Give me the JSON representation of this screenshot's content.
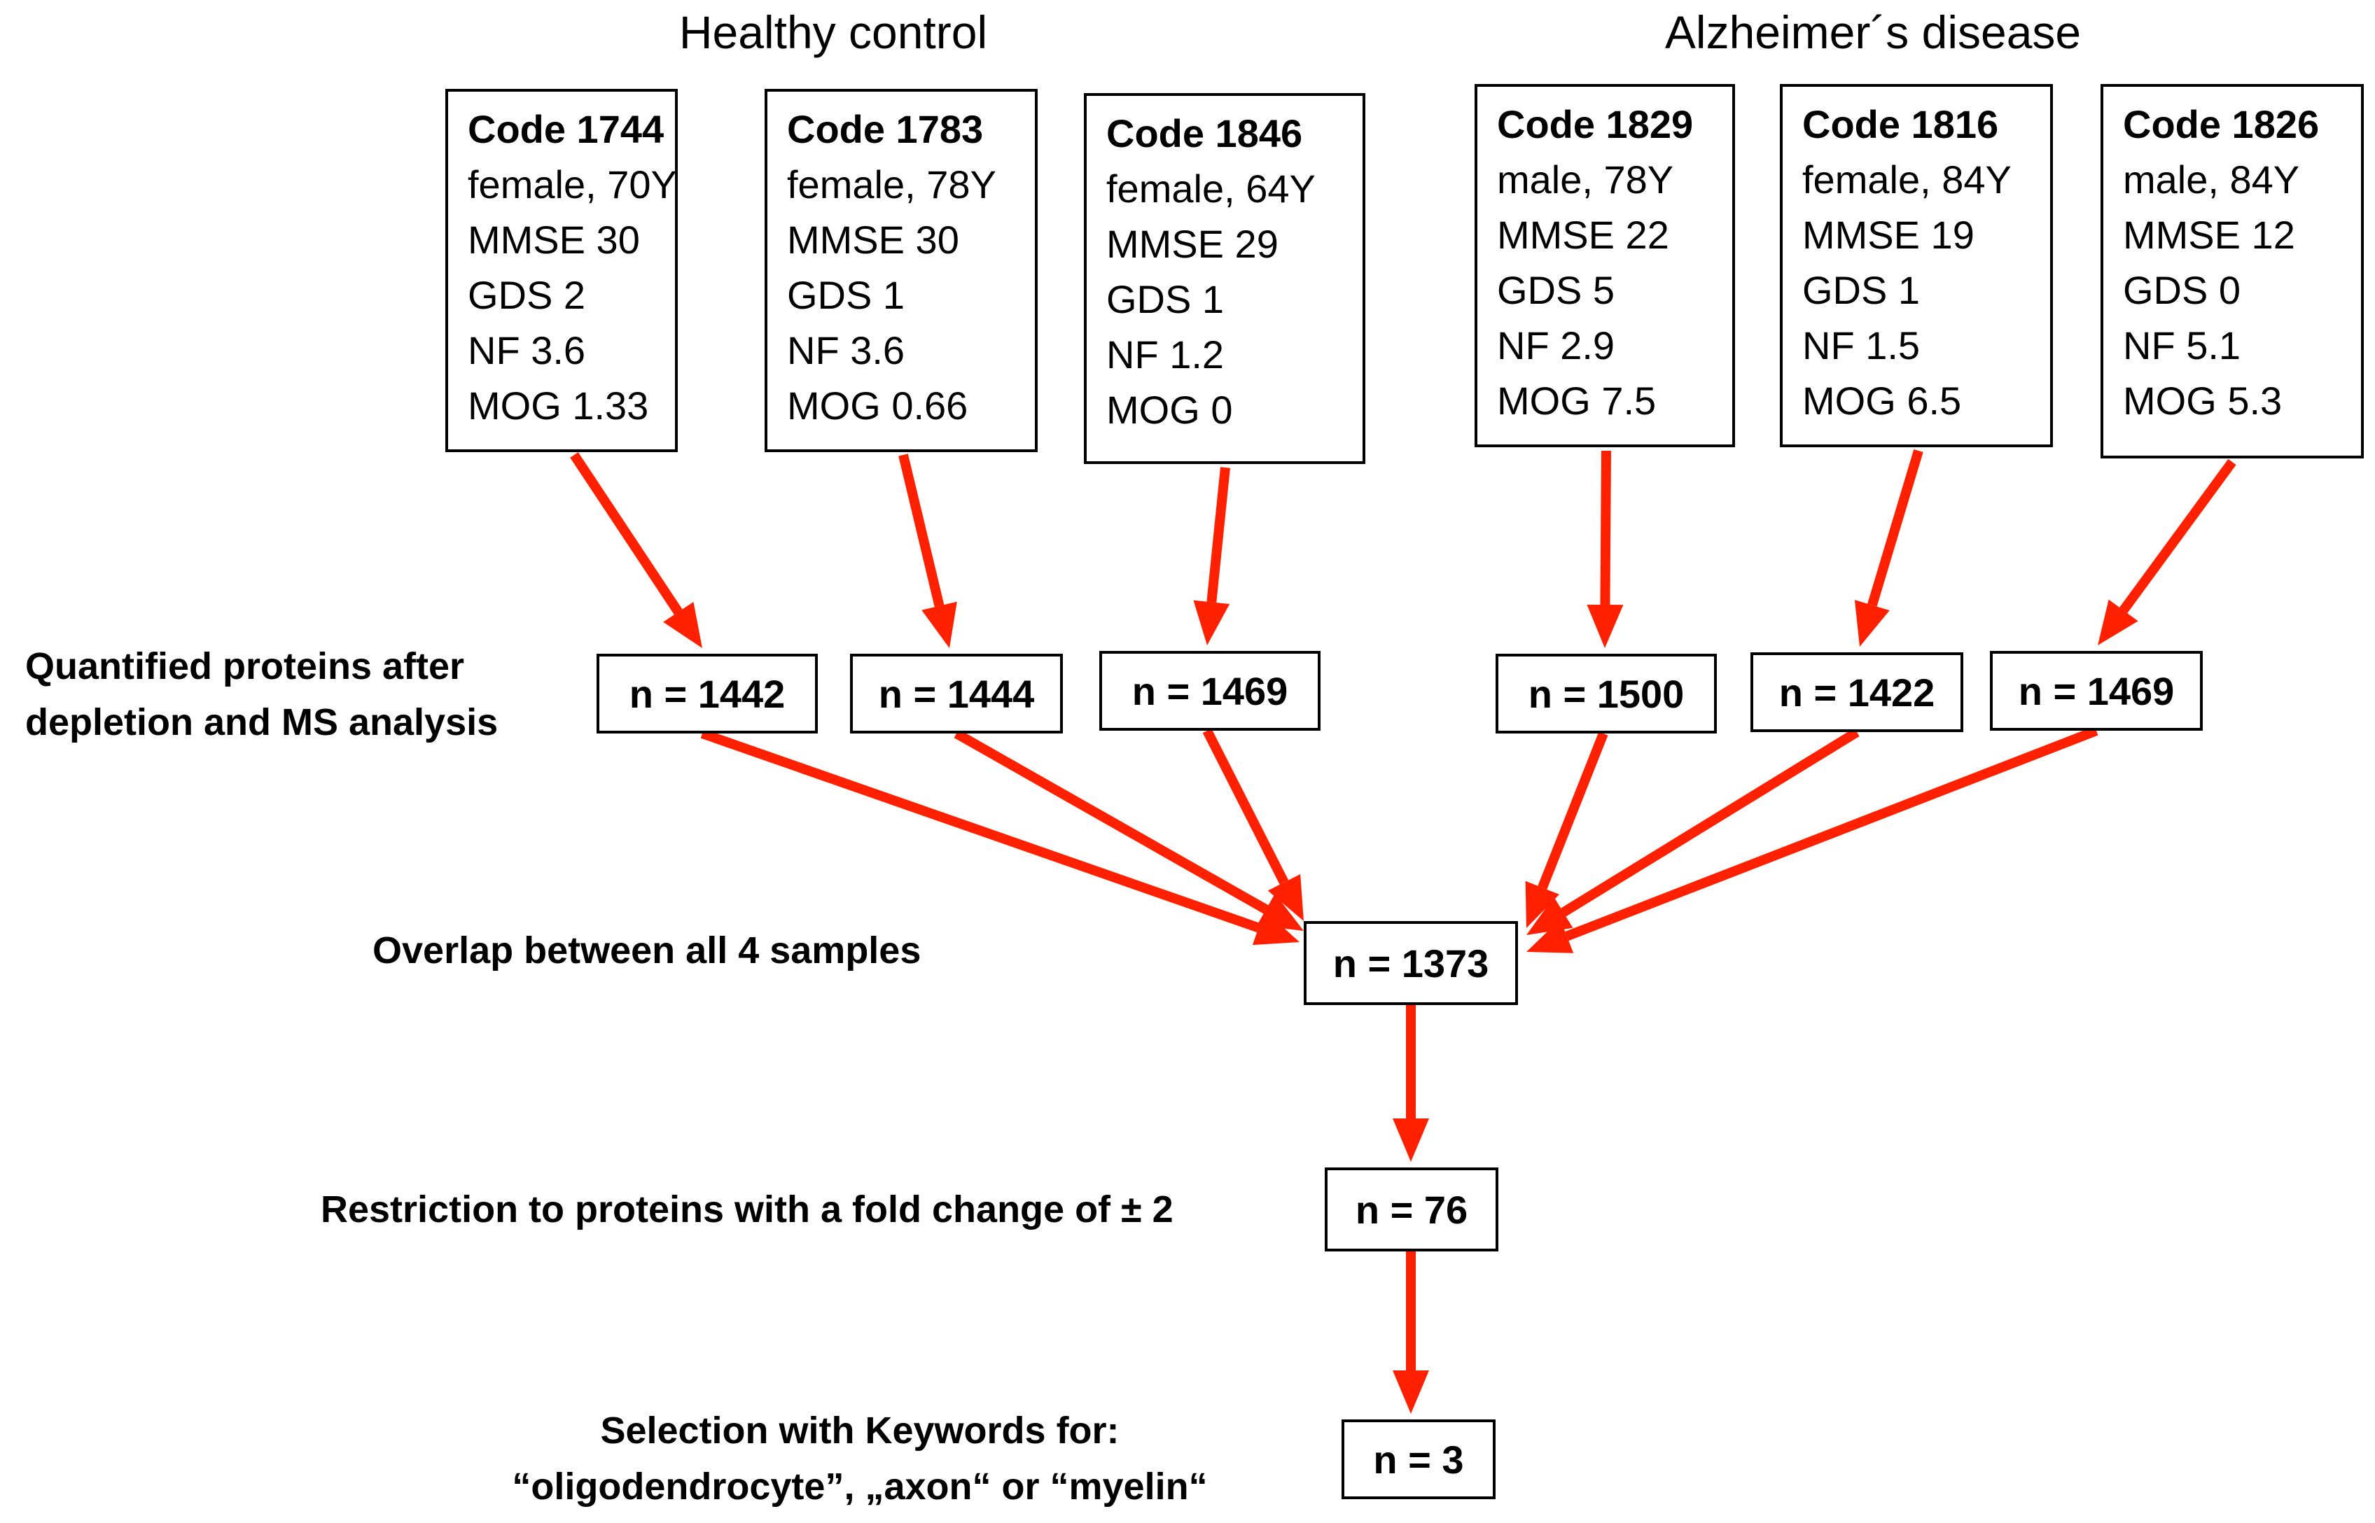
{
  "groups": {
    "healthy": "Healthy control",
    "alzheimer": "Alzheimer´s disease"
  },
  "samples": [
    {
      "code": "Code 1744",
      "sex_age": "female, 70Y",
      "mmse": "MMSE 30",
      "gds": "GDS 2",
      "nf": "NF 3.6",
      "mog": "MOG 1.33",
      "n": "n = 1442"
    },
    {
      "code": "Code 1783",
      "sex_age": "female, 78Y",
      "mmse": "MMSE 30",
      "gds": "GDS 1",
      "nf": "NF 3.6",
      "mog": "MOG 0.66",
      "n": "n = 1444"
    },
    {
      "code": "Code 1846",
      "sex_age": "female, 64Y",
      "mmse": "MMSE 29",
      "gds": "GDS 1",
      "nf": "NF 1.2",
      "mog": "MOG 0",
      "n": "n = 1469"
    },
    {
      "code": "Code 1829",
      "sex_age": "male, 78Y",
      "mmse": "MMSE 22",
      "gds": "GDS 5",
      "nf": "NF 2.9",
      "mog": "MOG 7.5",
      "n": "n = 1500"
    },
    {
      "code": "Code 1816",
      "sex_age": "female, 84Y",
      "mmse": "MMSE 19",
      "gds": "GDS 1",
      "nf": "NF 1.5",
      "mog": "MOG 6.5",
      "n": "n = 1422"
    },
    {
      "code": "Code 1826",
      "sex_age": "male, 84Y",
      "mmse": "MMSE 12",
      "gds": "GDS 0",
      "nf": "NF 5.1",
      "mog": "MOG 5.3",
      "n": "n = 1469"
    }
  ],
  "stages": {
    "quantified": {
      "line1": "Quantified proteins after",
      "line2": "depletion and MS analysis"
    },
    "overlap": {
      "label": "Overlap between all 4 samples",
      "n": "n = 1373"
    },
    "restriction": {
      "label": "Restriction to proteins with a fold change of ± 2",
      "n": "n = 76"
    },
    "selection": {
      "line1": "Selection with Keywords for:",
      "line2": "“oligodendrocyte”, „axon“ or “myelin“",
      "n": "n = 3"
    }
  },
  "colors": {
    "arrow": "#ff2000",
    "border": "#000000",
    "text": "#000000"
  }
}
